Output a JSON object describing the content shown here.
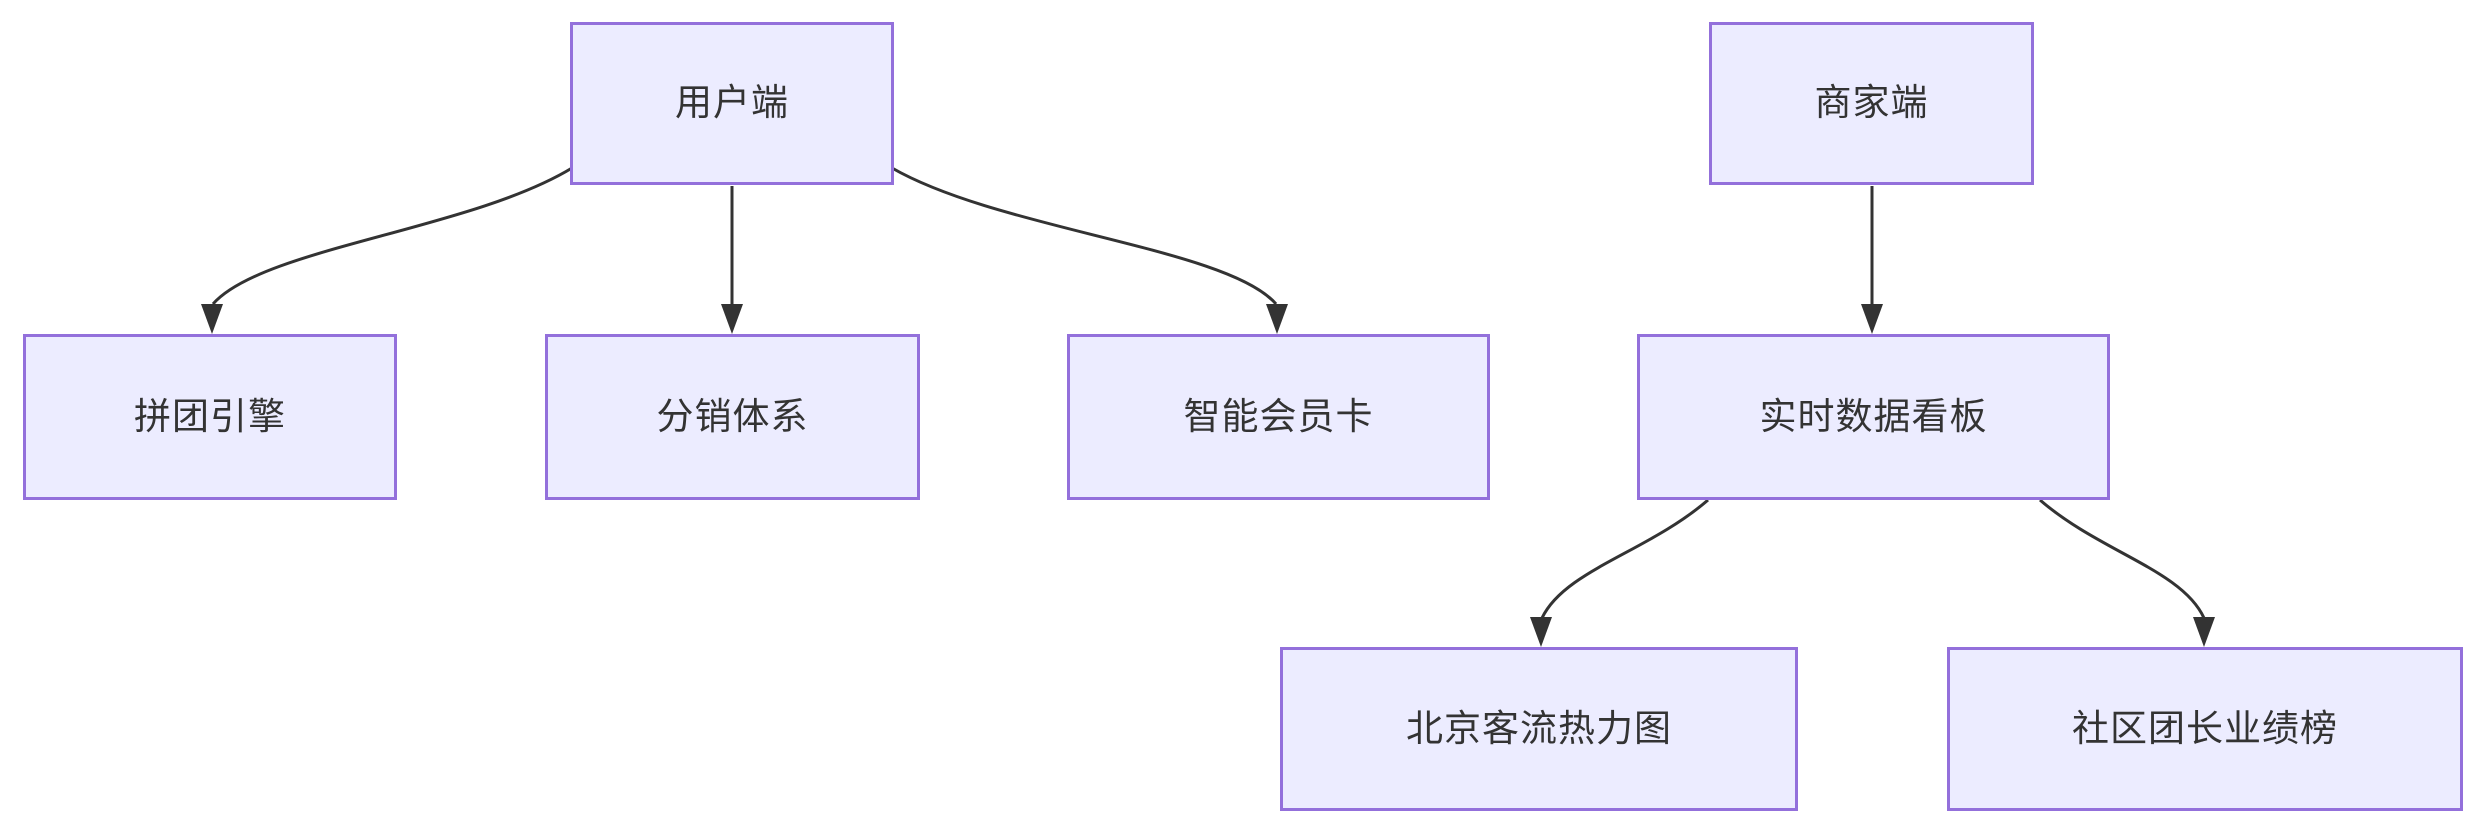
{
  "diagram": {
    "type": "flowchart",
    "direction": "top-down",
    "nodes": [
      {
        "id": "user-side",
        "label": "用户端"
      },
      {
        "id": "merchant-side",
        "label": "商家端"
      },
      {
        "id": "group-buy-engine",
        "label": "拼团引擎"
      },
      {
        "id": "distribution-system",
        "label": "分销体系"
      },
      {
        "id": "smart-member-card",
        "label": "智能会员卡"
      },
      {
        "id": "realtime-dashboard",
        "label": "实时数据看板"
      },
      {
        "id": "beijing-heatmap",
        "label": "北京客流热力图"
      },
      {
        "id": "community-leaderboard",
        "label": "社区团长业绩榜"
      }
    ],
    "edges": [
      {
        "from": "用户端",
        "to": "拼团引擎"
      },
      {
        "from": "用户端",
        "to": "分销体系"
      },
      {
        "from": "用户端",
        "to": "智能会员卡"
      },
      {
        "from": "商家端",
        "to": "实时数据看板"
      },
      {
        "from": "实时数据看板",
        "to": "北京客流热力图"
      },
      {
        "from": "实时数据看板",
        "to": "社区团长业绩榜"
      }
    ],
    "colors": {
      "node_fill": "#ECECFF",
      "node_border": "#9370DB",
      "edge_line": "#333333",
      "node_text": "#333333",
      "background": "#FFFFFF"
    }
  }
}
